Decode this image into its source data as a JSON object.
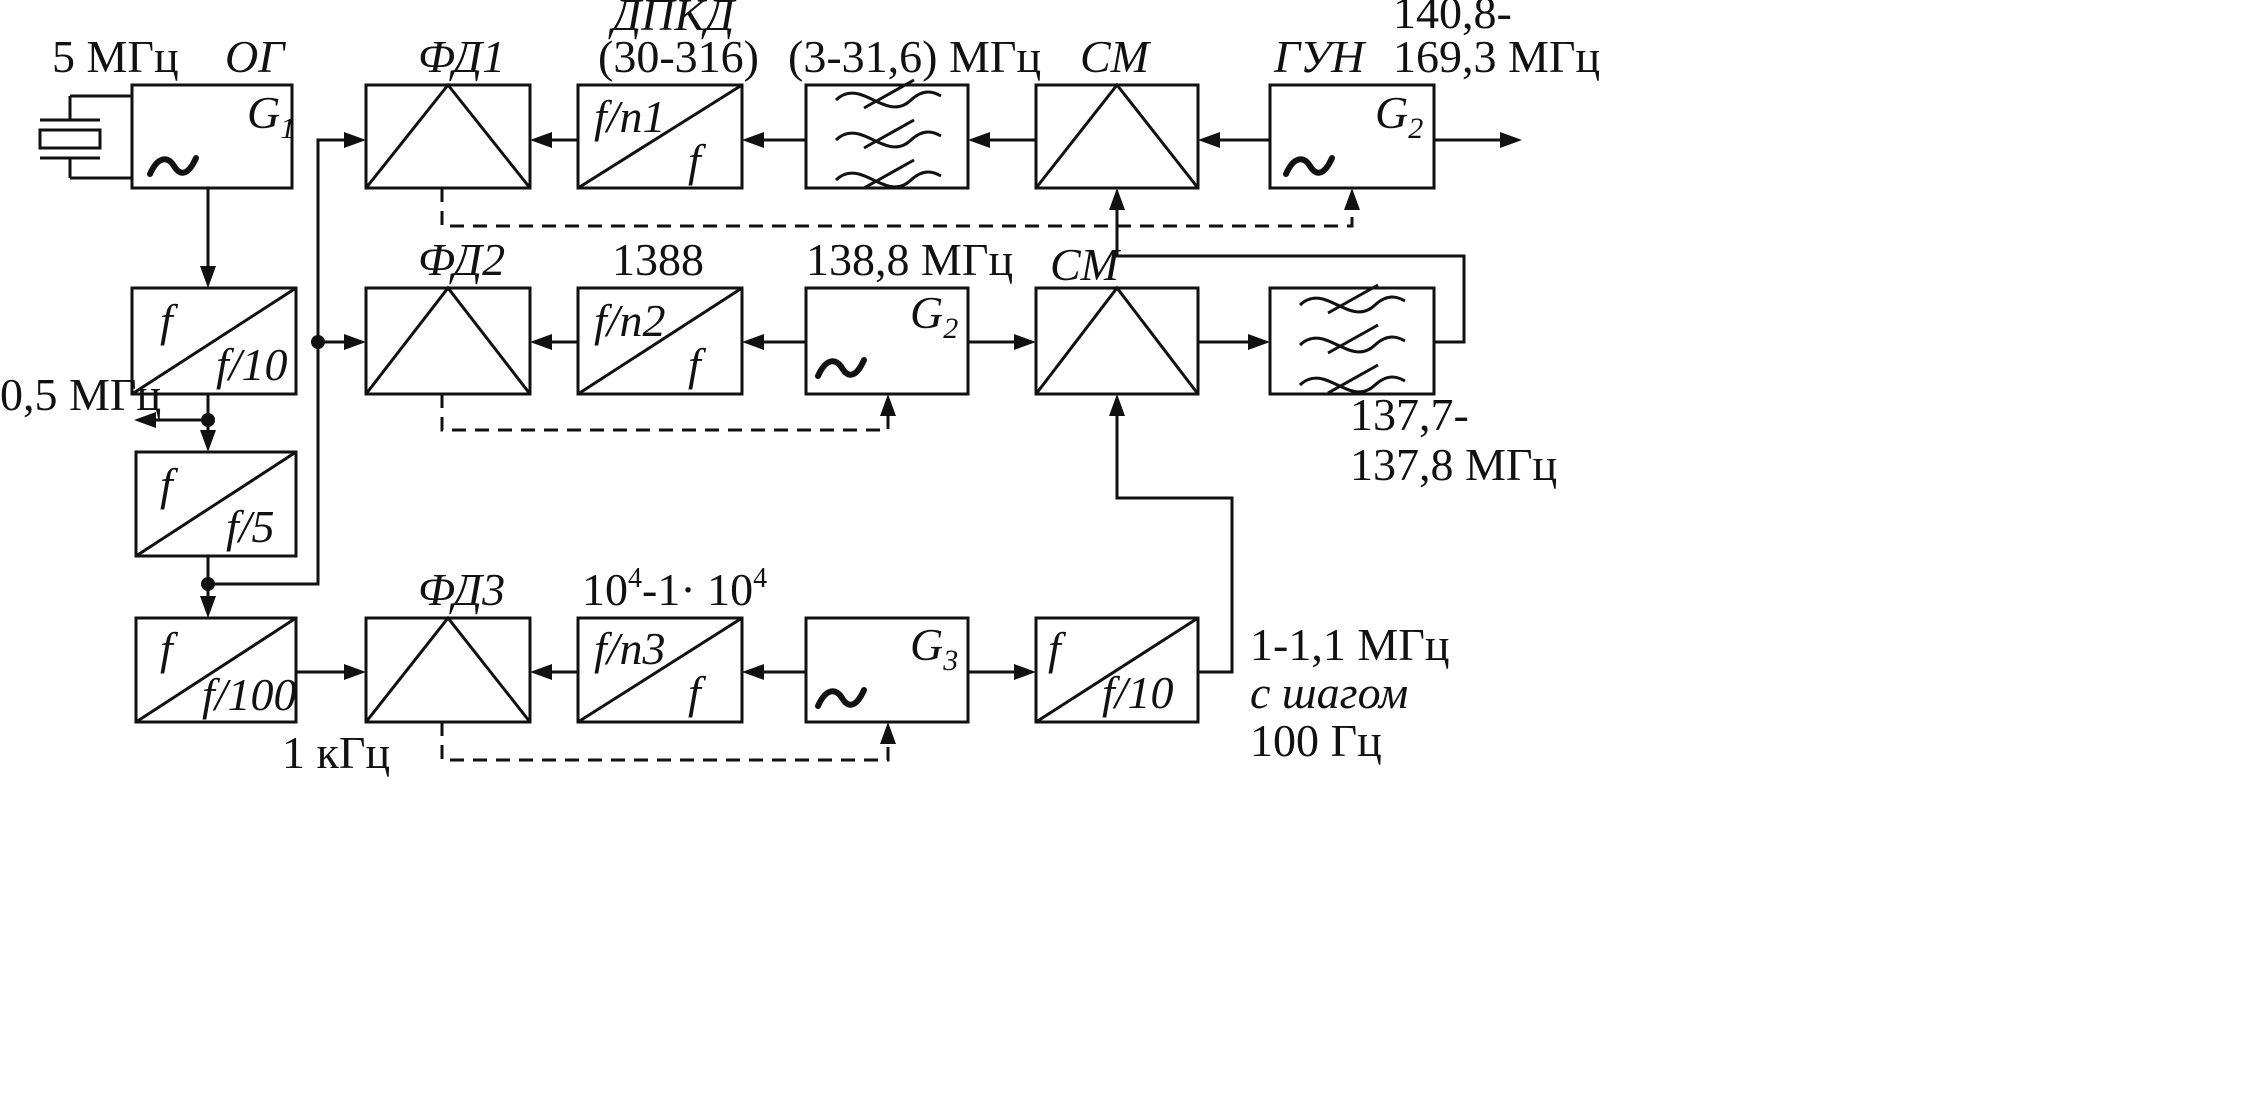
{
  "row1": {
    "og": {
      "label": "ОГ",
      "freq": "5 МГц",
      "gen": "G",
      "gen_sub": "1"
    },
    "fd1": {
      "label": "ФД1"
    },
    "dpkd": {
      "title": "ДПКД",
      "range": "(30-316)",
      "top": "f/n1",
      "bottom": "f"
    },
    "filter1": {
      "label": "(3-31,6) МГц"
    },
    "cm1": {
      "label": "СМ"
    },
    "gun": {
      "label": "ГУН",
      "gen": "G",
      "gen_sub": "2",
      "out_freq_1": "140,8-",
      "out_freq_2": "169,3 МГц"
    }
  },
  "row2": {
    "div10": {
      "top": "f",
      "bottom": "f/10",
      "out": "0,5 МГц"
    },
    "fd2": {
      "label": "ФД2"
    },
    "div_n2": {
      "value": "1388",
      "top": "f/n2",
      "bottom": "f"
    },
    "g2": {
      "freq": "138,8 МГц",
      "gen": "G",
      "gen_sub": "2"
    },
    "cm2": {
      "label": "СМ"
    },
    "filter2": {
      "freq_1": "137,7-",
      "freq_2": "137,8 МГц"
    }
  },
  "row3": {
    "div5": {
      "top": "f",
      "bottom": "f/5"
    }
  },
  "row4": {
    "div100": {
      "top": "f",
      "bottom": "f/100",
      "out": "1 кГц"
    },
    "fd3": {
      "label": "ФД3"
    },
    "div_n3": {
      "range_a": "10",
      "range_a_sup": "4",
      "range_b": "-1",
      "range_c": "· 10",
      "range_c_sup": "4",
      "top": "f/n3",
      "bottom": "f"
    },
    "g3": {
      "gen": "G",
      "gen_sub": "3"
    },
    "div10b": {
      "top": "f",
      "bottom": "f/10"
    },
    "out": {
      "line1": "1-1,1 МГц",
      "line2": "с шагом",
      "line3": "100 Гц"
    }
  }
}
